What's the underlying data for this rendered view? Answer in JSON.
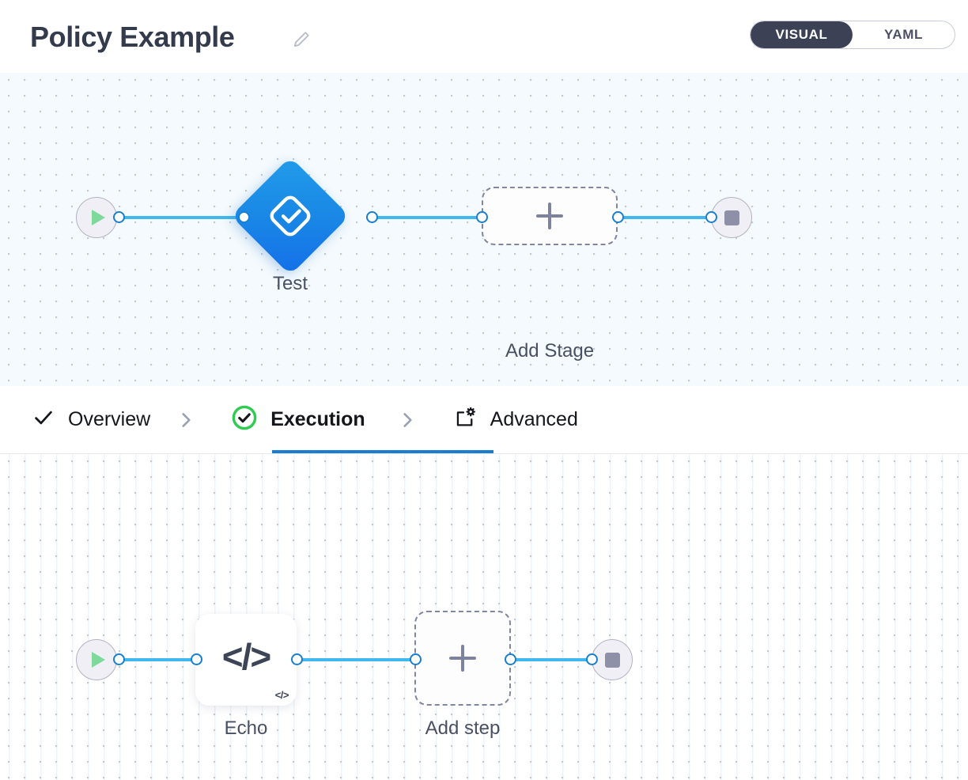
{
  "header": {
    "title": "Policy Example",
    "edit_icon": "pencil-icon",
    "mode_toggle": {
      "options": [
        "VISUAL",
        "YAML"
      ],
      "selected": "VISUAL",
      "active_bg": "#3d4156"
    }
  },
  "stage_canvas": {
    "nodes": [
      {
        "type": "start",
        "icon": "play-icon",
        "label": ""
      },
      {
        "type": "stage",
        "icon": "test-check-icon",
        "label": "Test"
      },
      {
        "type": "add",
        "icon": "plus-icon",
        "label": "Add Stage"
      },
      {
        "type": "end",
        "icon": "stop-icon",
        "label": ""
      }
    ],
    "edge_color": "#3fb8f0",
    "port_color": "#1a7ed0",
    "diamond_color": "#1a8ae6"
  },
  "tabs": {
    "items": [
      {
        "label": "Overview",
        "icon": "check-icon",
        "active": false
      },
      {
        "label": "Execution",
        "icon": "check-circle-icon",
        "active": true
      },
      {
        "label": "Advanced",
        "icon": "box-gear-icon",
        "active": false
      }
    ],
    "separator_icon": "chevron-right-icon",
    "active_color": "#1a7ed0",
    "active_check_color": "#2ecc50"
  },
  "step_canvas": {
    "nodes": [
      {
        "type": "start",
        "icon": "play-icon",
        "label": ""
      },
      {
        "type": "step",
        "icon": "code-icon",
        "badge": "</>",
        "label": "Echo"
      },
      {
        "type": "add",
        "icon": "plus-icon",
        "label": "Add step"
      },
      {
        "type": "end",
        "icon": "stop-icon",
        "label": ""
      }
    ],
    "edge_color": "#3fb8f0",
    "port_color": "#1a7ed0"
  }
}
